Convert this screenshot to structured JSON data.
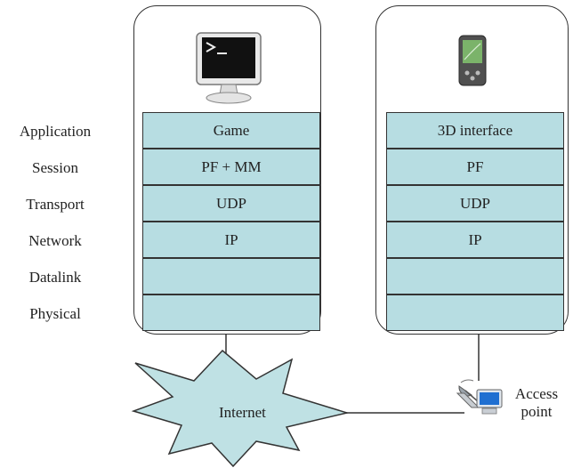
{
  "layers": [
    "Application",
    "Session",
    "Transport",
    "Network",
    "Datalink",
    "Physical"
  ],
  "left_stack": {
    "device": "desktop-computer-icon",
    "rows": [
      "Game",
      "PF + MM",
      "UDP",
      "IP",
      "",
      ""
    ]
  },
  "right_stack": {
    "device": "pda-icon",
    "rows": [
      "3D interface",
      "PF",
      "UDP",
      "IP",
      "",
      ""
    ]
  },
  "network": {
    "label": "Internet"
  },
  "access_point": {
    "line1": "Access",
    "line2": "point",
    "icon": "wireless-access-point-icon"
  },
  "colors": {
    "layer_fill": "#b7dde2",
    "border": "#333333",
    "cloud_fill": "#bfe1e4"
  }
}
